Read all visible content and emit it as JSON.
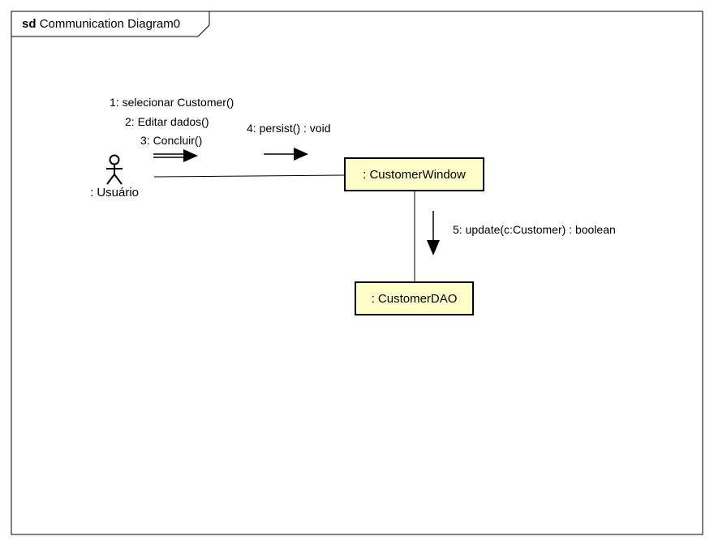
{
  "frame": {
    "kind": "sd",
    "name": "Communication Diagram0"
  },
  "actor": {
    "label": ": Usuário"
  },
  "objects": {
    "window": ": CustomerWindow",
    "dao": ": CustomerDAO"
  },
  "messages": {
    "m1": "1: selecionar Customer()",
    "m2": "2: Editar dados()",
    "m3": "3: Concluir()",
    "m4": "4: persist() : void",
    "m5": "5: update(c:Customer) : boolean"
  },
  "colors": {
    "object_fill": "#fffec8",
    "stroke": "#000000"
  },
  "icons": {
    "actor": "stick-figure-icon",
    "arrow": "filled-arrow-icon"
  }
}
